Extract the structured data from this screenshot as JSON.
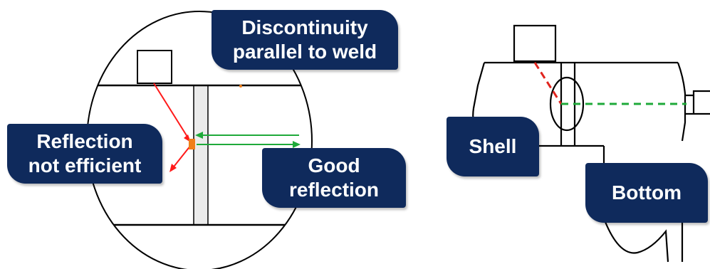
{
  "colors": {
    "callout_bg": "#0f2a5c",
    "callout_text": "#ffffff",
    "weld_fill": "#ebebeb",
    "line": "#000000",
    "inefficient_ray": "#ff1a1a",
    "good_ray": "#1faa3a",
    "discontinuity": "#f07f1a"
  },
  "callouts": {
    "discontinuity": {
      "line1": "Discontinuity",
      "line2": "parallel to weld"
    },
    "reflection_not_efficient": {
      "line1": "Reflection",
      "line2": "not efficient"
    },
    "good_reflection": {
      "line1": "Good",
      "line2": "reflection"
    },
    "shell": {
      "label": "Shell"
    },
    "bottom": {
      "label": "Bottom"
    }
  }
}
